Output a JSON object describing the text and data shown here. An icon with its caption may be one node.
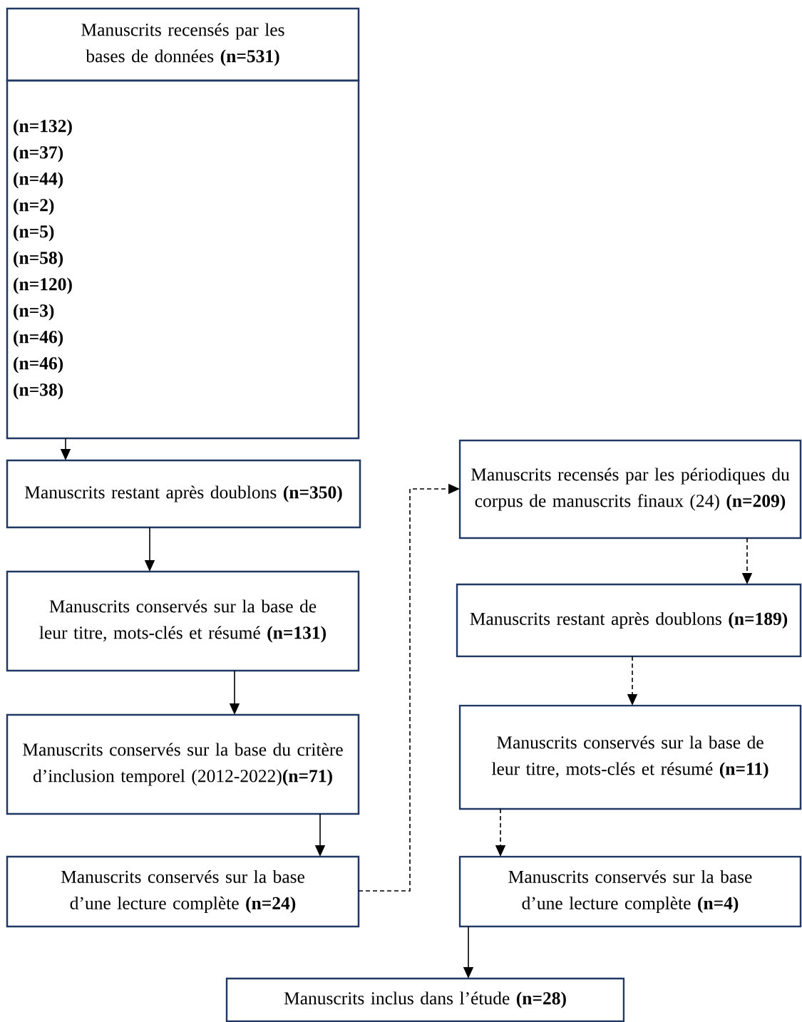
{
  "diagram": {
    "nodes": [
      {
        "text": [
          "Manuscrits recensés par les bases de données **(n=531)**"
        ]
      },
      {
        "text": [
          "(n=132)",
          "(n=37)",
          "(n=44)",
          "(n=2)",
          "(n=5)",
          "(n=58)",
          "(n=120)",
          "(n=3)",
          "(n=46)",
          "(n=46)",
          "(n=38)"
        ]
      },
      {
        "text": [
          "Manuscrits restant après doublons **(n=350)**"
        ]
      },
      {
        "text": [
          "Manuscrits conservés sur la base de leur titre, mots-clés et résumé **(n=131)**"
        ]
      },
      {
        "text": [
          "Manuscrits conservés sur la base du critère d’inclusion temporel (2012-2022)**(n=71)**"
        ]
      },
      {
        "text": [
          "Manuscrits conservés sur la base d’une lecture complète **(n=24)**"
        ]
      },
      {
        "text": [
          "Manuscrits recensés par les périodiques du corpus de manuscrits finaux (24) **(n=209)**"
        ]
      },
      {
        "text": [
          "Manuscrits restant après doublons **(n=189)**"
        ]
      },
      {
        "text": [
          "Manuscrits conservés sur la base de leur titre, mots-clés et résumé **(n=11)**"
        ]
      },
      {
        "text": [
          "Manuscrits conservés sur la base d’une lecture complète **(n=4)**"
        ]
      },
      {
        "text": [
          "Manuscrits inclus dans l’étude **(n=28)**"
        ]
      }
    ],
    "edges": [
      {
        "from": 1,
        "to": 2,
        "arrow": "to"
      },
      {
        "from": 2,
        "to": 3,
        "arrow": "to"
      },
      {
        "from": 3,
        "to": 4,
        "arrow": "to"
      },
      {
        "from": 4,
        "to": 5,
        "arrow": "to"
      },
      {
        "from": 5,
        "to": 6,
        "arrow": "to",
        "style": "dashed"
      },
      {
        "from": 6,
        "to": 7,
        "arrow": "to",
        "style": "dashed"
      },
      {
        "from": 7,
        "to": 8,
        "arrow": "to",
        "style": "dashed"
      },
      {
        "from": 8,
        "to": 9,
        "arrow": "to",
        "style": "dashed"
      },
      {
        "from": 9,
        "to": 10,
        "arrow": "to"
      }
    ]
  }
}
